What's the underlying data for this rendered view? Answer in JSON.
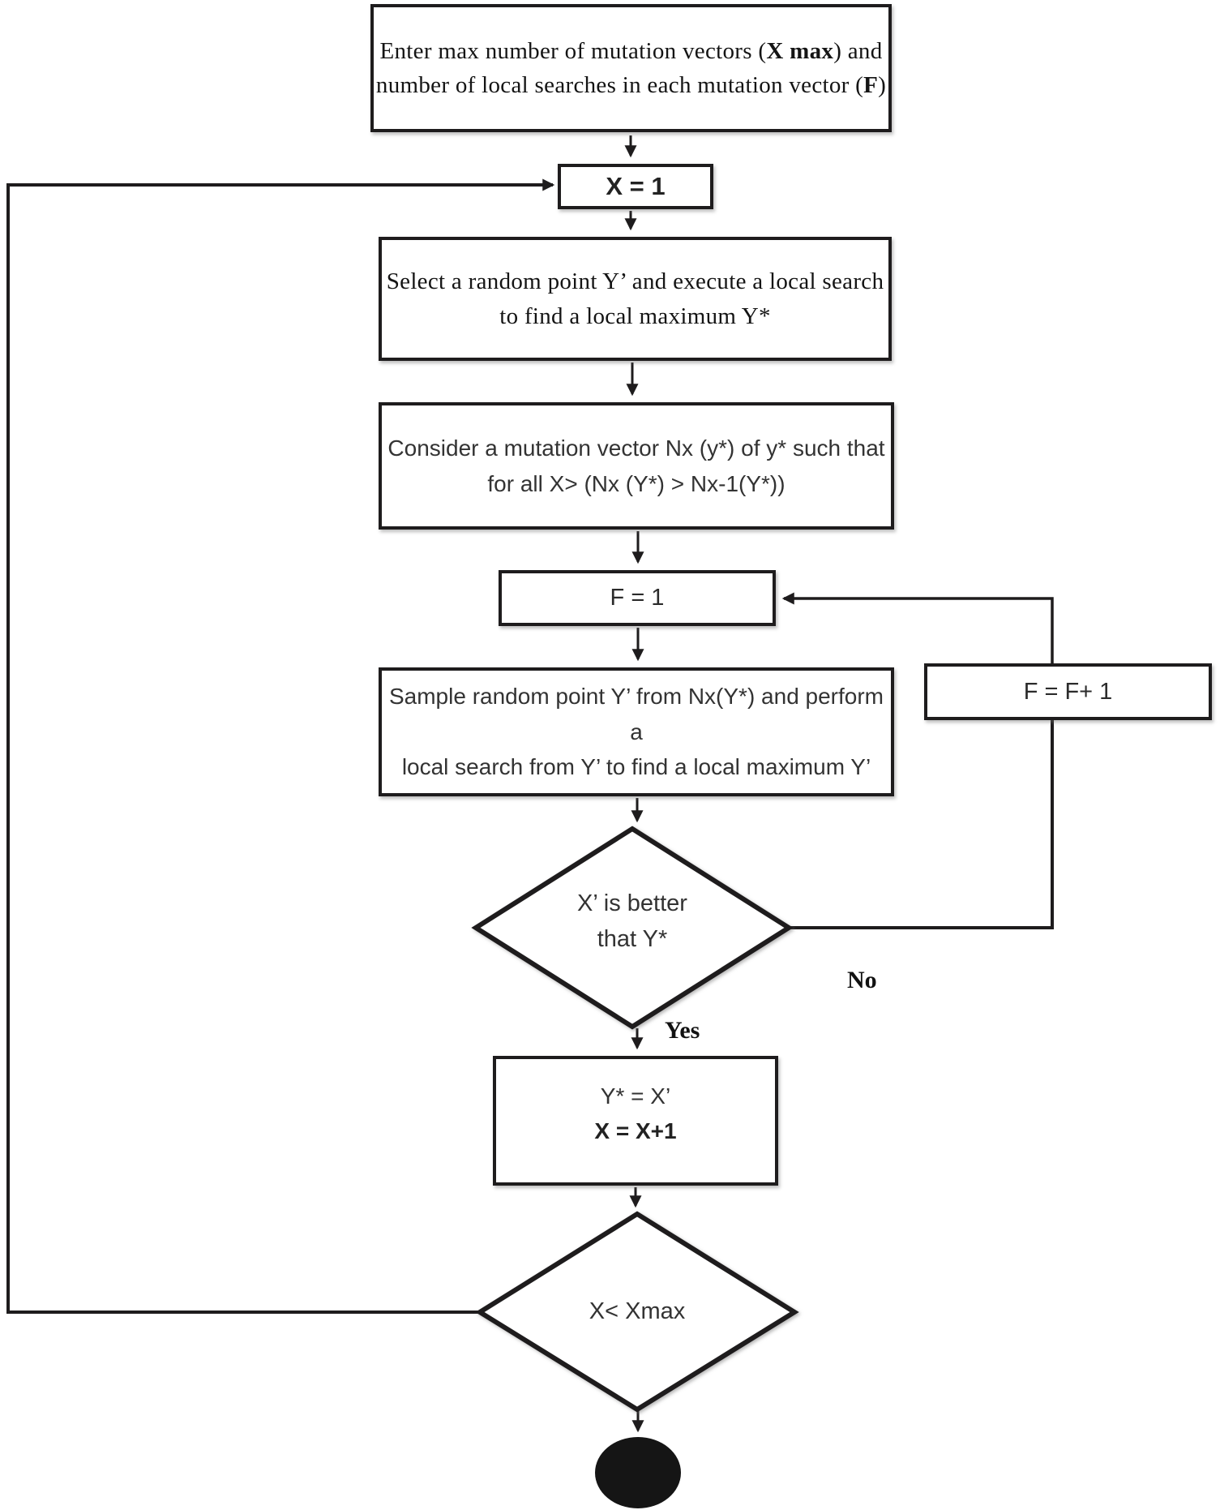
{
  "diagram": {
    "title": "mutation-vector local-search flowchart",
    "colors": {
      "ink": "#1e1c1d",
      "text": "#333333",
      "background": "#ffffff"
    },
    "nodes": {
      "start": {
        "line1_pre": "Enter max number of  mutation vectors (",
        "line1_bold": "X max",
        "line1_post": ") and",
        "line2_pre": "number of local searches in each mutation vector (",
        "line2_bold": "F",
        "line2_post": ")"
      },
      "init_x": {
        "label": "X = 1"
      },
      "select_random": {
        "line1": "Select a random point Y’ and execute a local search",
        "line2": "to find a local maximum Y*"
      },
      "mutation_vector": {
        "line1": "Consider a mutation vector Nx (y*) of y* such that",
        "line2": "for all X> (Nx (Y*) > Nx-1(Y*))"
      },
      "init_f": {
        "label": "F = 1"
      },
      "sample_point": {
        "line1": "Sample random point Y’ from Nx(Y*) and perform a",
        "line2": "local search from Y’ to find a local maximum Y’"
      },
      "decision_better": {
        "line1": "X’ is better",
        "line2": "that Y*"
      },
      "increment_f": {
        "label": "F = F+ 1"
      },
      "update": {
        "line1": "Y* = X’",
        "line2": "X = X+1"
      },
      "decision_xmax": {
        "label": "X< Xmax"
      }
    },
    "edges": {
      "no_label": "No",
      "yes_label": "Yes"
    }
  }
}
